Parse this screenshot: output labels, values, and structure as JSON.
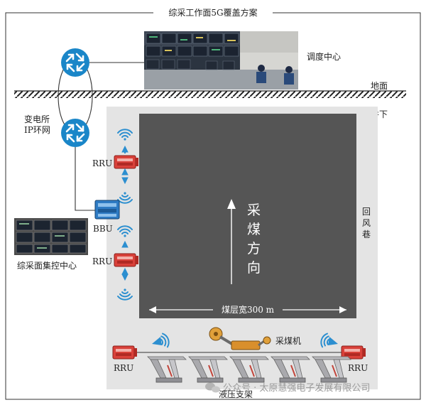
{
  "title": "综采工作面5G覆盖方案",
  "labels": {
    "dispatch_center": "调度中心",
    "ground": "地面",
    "underground": "井下",
    "substation_line1": "变电所",
    "substation_line2": "IP环网",
    "rru_upper": "RRU",
    "bbu": "BBU",
    "control_center": "综采面集控中心",
    "rru_middle": "RRU",
    "rru_bottom_left": "RRU",
    "rru_bottom_right": "RRU",
    "return_airway": [
      "回",
      "风",
      "巷"
    ],
    "mining_direction": [
      "采",
      "煤",
      "方",
      "向"
    ],
    "seam_width": "煤层宽300 m",
    "shearer": "采煤机",
    "hydraulic_support": "液压支架",
    "watermark": "公众号 · 太原慧强电子发展有限公司"
  },
  "icons": {
    "router": "router-arrows-icon",
    "antenna": "wifi-antenna-icon",
    "radio_unit": "rru-box-icon",
    "baseband": "bbu-box-icon",
    "monitor_wall": "monitor-wall-icon",
    "control_room": "control-room-photo",
    "shearer": "shearer-machine-icon",
    "support": "hydraulic-support-icon",
    "watermark_logo": "wechat-logo-icon"
  },
  "colors": {
    "router_blue": "#1a86c8",
    "rru_red": "#d9413a",
    "bbu_blue": "#2e7bc4",
    "antenna_blue": "#2c8fd0",
    "coal_face": "#555555",
    "roadway": "#e4e4e4",
    "line": "#333333",
    "shearer_orange": "#e0a03a",
    "support_gray": "#a9a9ad"
  }
}
